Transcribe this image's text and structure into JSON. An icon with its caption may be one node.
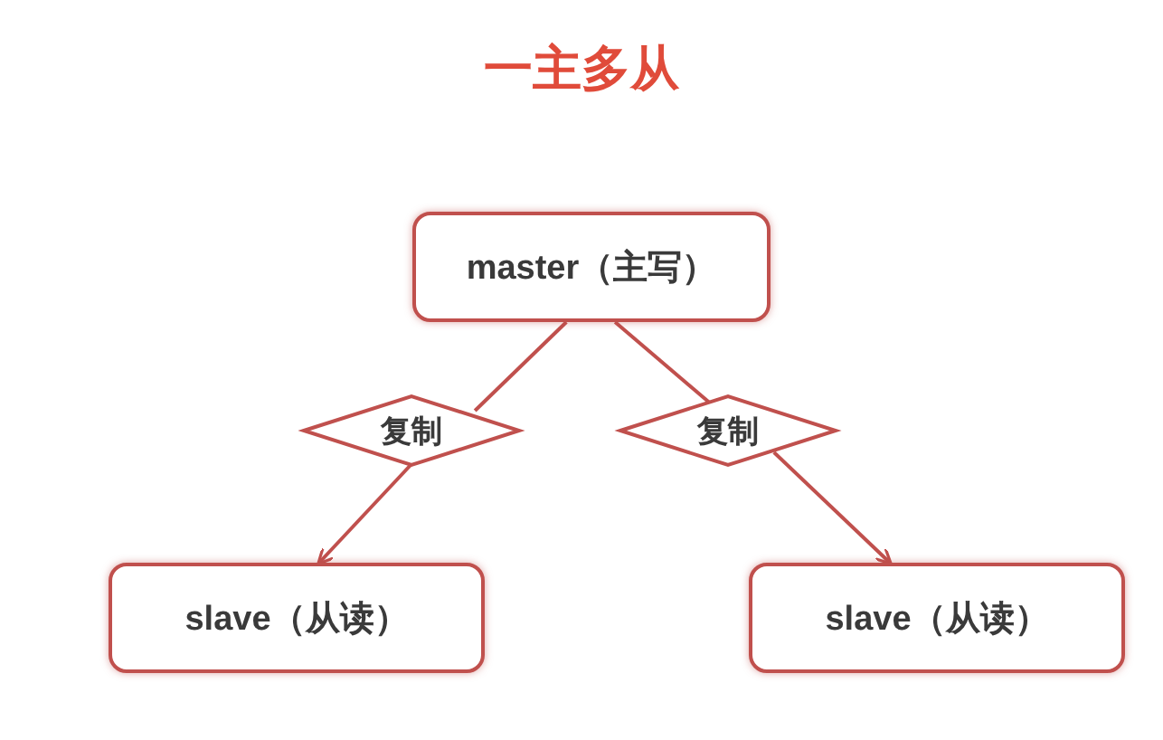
{
  "diagram": {
    "title": "一主多从",
    "nodes": [
      {
        "text": [
          "master（主写）"
        ]
      },
      {
        "text": [
          "复制"
        ]
      },
      {
        "text": [
          "复制"
        ]
      },
      {
        "text": [
          "slave（从读）"
        ]
      },
      {
        "text": [
          "slave（从读）"
        ]
      }
    ],
    "edges": [
      {
        "from": 0,
        "to": 1,
        "arrow": "none"
      },
      {
        "from": 1,
        "to": 3,
        "arrow": "to"
      },
      {
        "from": 0,
        "to": 2,
        "arrow": "none"
      },
      {
        "from": 2,
        "to": 4,
        "arrow": "to"
      }
    ]
  }
}
